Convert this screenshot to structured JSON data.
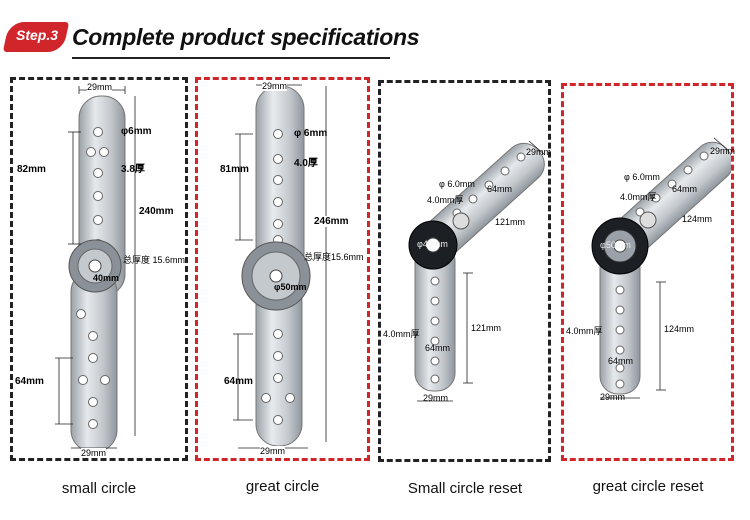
{
  "header": {
    "step_label": "Step.3",
    "title": "Complete product specifications"
  },
  "panels": [
    {
      "caption": "small circle",
      "dims": {
        "width_top": "29mm",
        "hole": "φ6mm",
        "thickness": "3.8厚",
        "spacing_top": "82mm",
        "length": "240mm",
        "total_thickness": "总厚度 15.6mm",
        "circle": "40mm",
        "spacing_bottom": "64mm",
        "width_bottom": "29mm"
      }
    },
    {
      "caption": "great circle",
      "dims": {
        "width_top": "29mm",
        "hole": "φ 6mm",
        "thickness": "4.0厚",
        "spacing_top": "81mm",
        "length": "246mm",
        "total_thickness": "总厚度15.6mm",
        "circle": "φ50mm",
        "spacing_bottom": "64mm",
        "width_bottom": "29mm"
      }
    },
    {
      "caption": "Small circle reset",
      "dims": {
        "width_top": "29mm",
        "hole": "φ 6.0mm",
        "thickness": "4.0mm厚",
        "spacing_top": "64mm",
        "length_top": "121mm",
        "circle": "φ40mm",
        "thickness_bottom": "4.0mm厚",
        "length_bottom": "121mm",
        "spacing_bottom": "64mm",
        "width_bottom": "29mm"
      }
    },
    {
      "caption": "great circle reset",
      "dims": {
        "width_top": "29mm",
        "hole": "φ 6.0mm",
        "thickness": "4.0mm厚",
        "spacing_top": "64mm",
        "length_top": "124mm",
        "circle": "φ50mm",
        "thickness_bottom": "4.0mm厚",
        "length_bottom": "124mm",
        "spacing_bottom": "64mm",
        "width_bottom": "29mm"
      }
    }
  ],
  "colors": {
    "accent": "#d0252b",
    "border_dark": "#222222",
    "metal": "#c9ced4"
  }
}
